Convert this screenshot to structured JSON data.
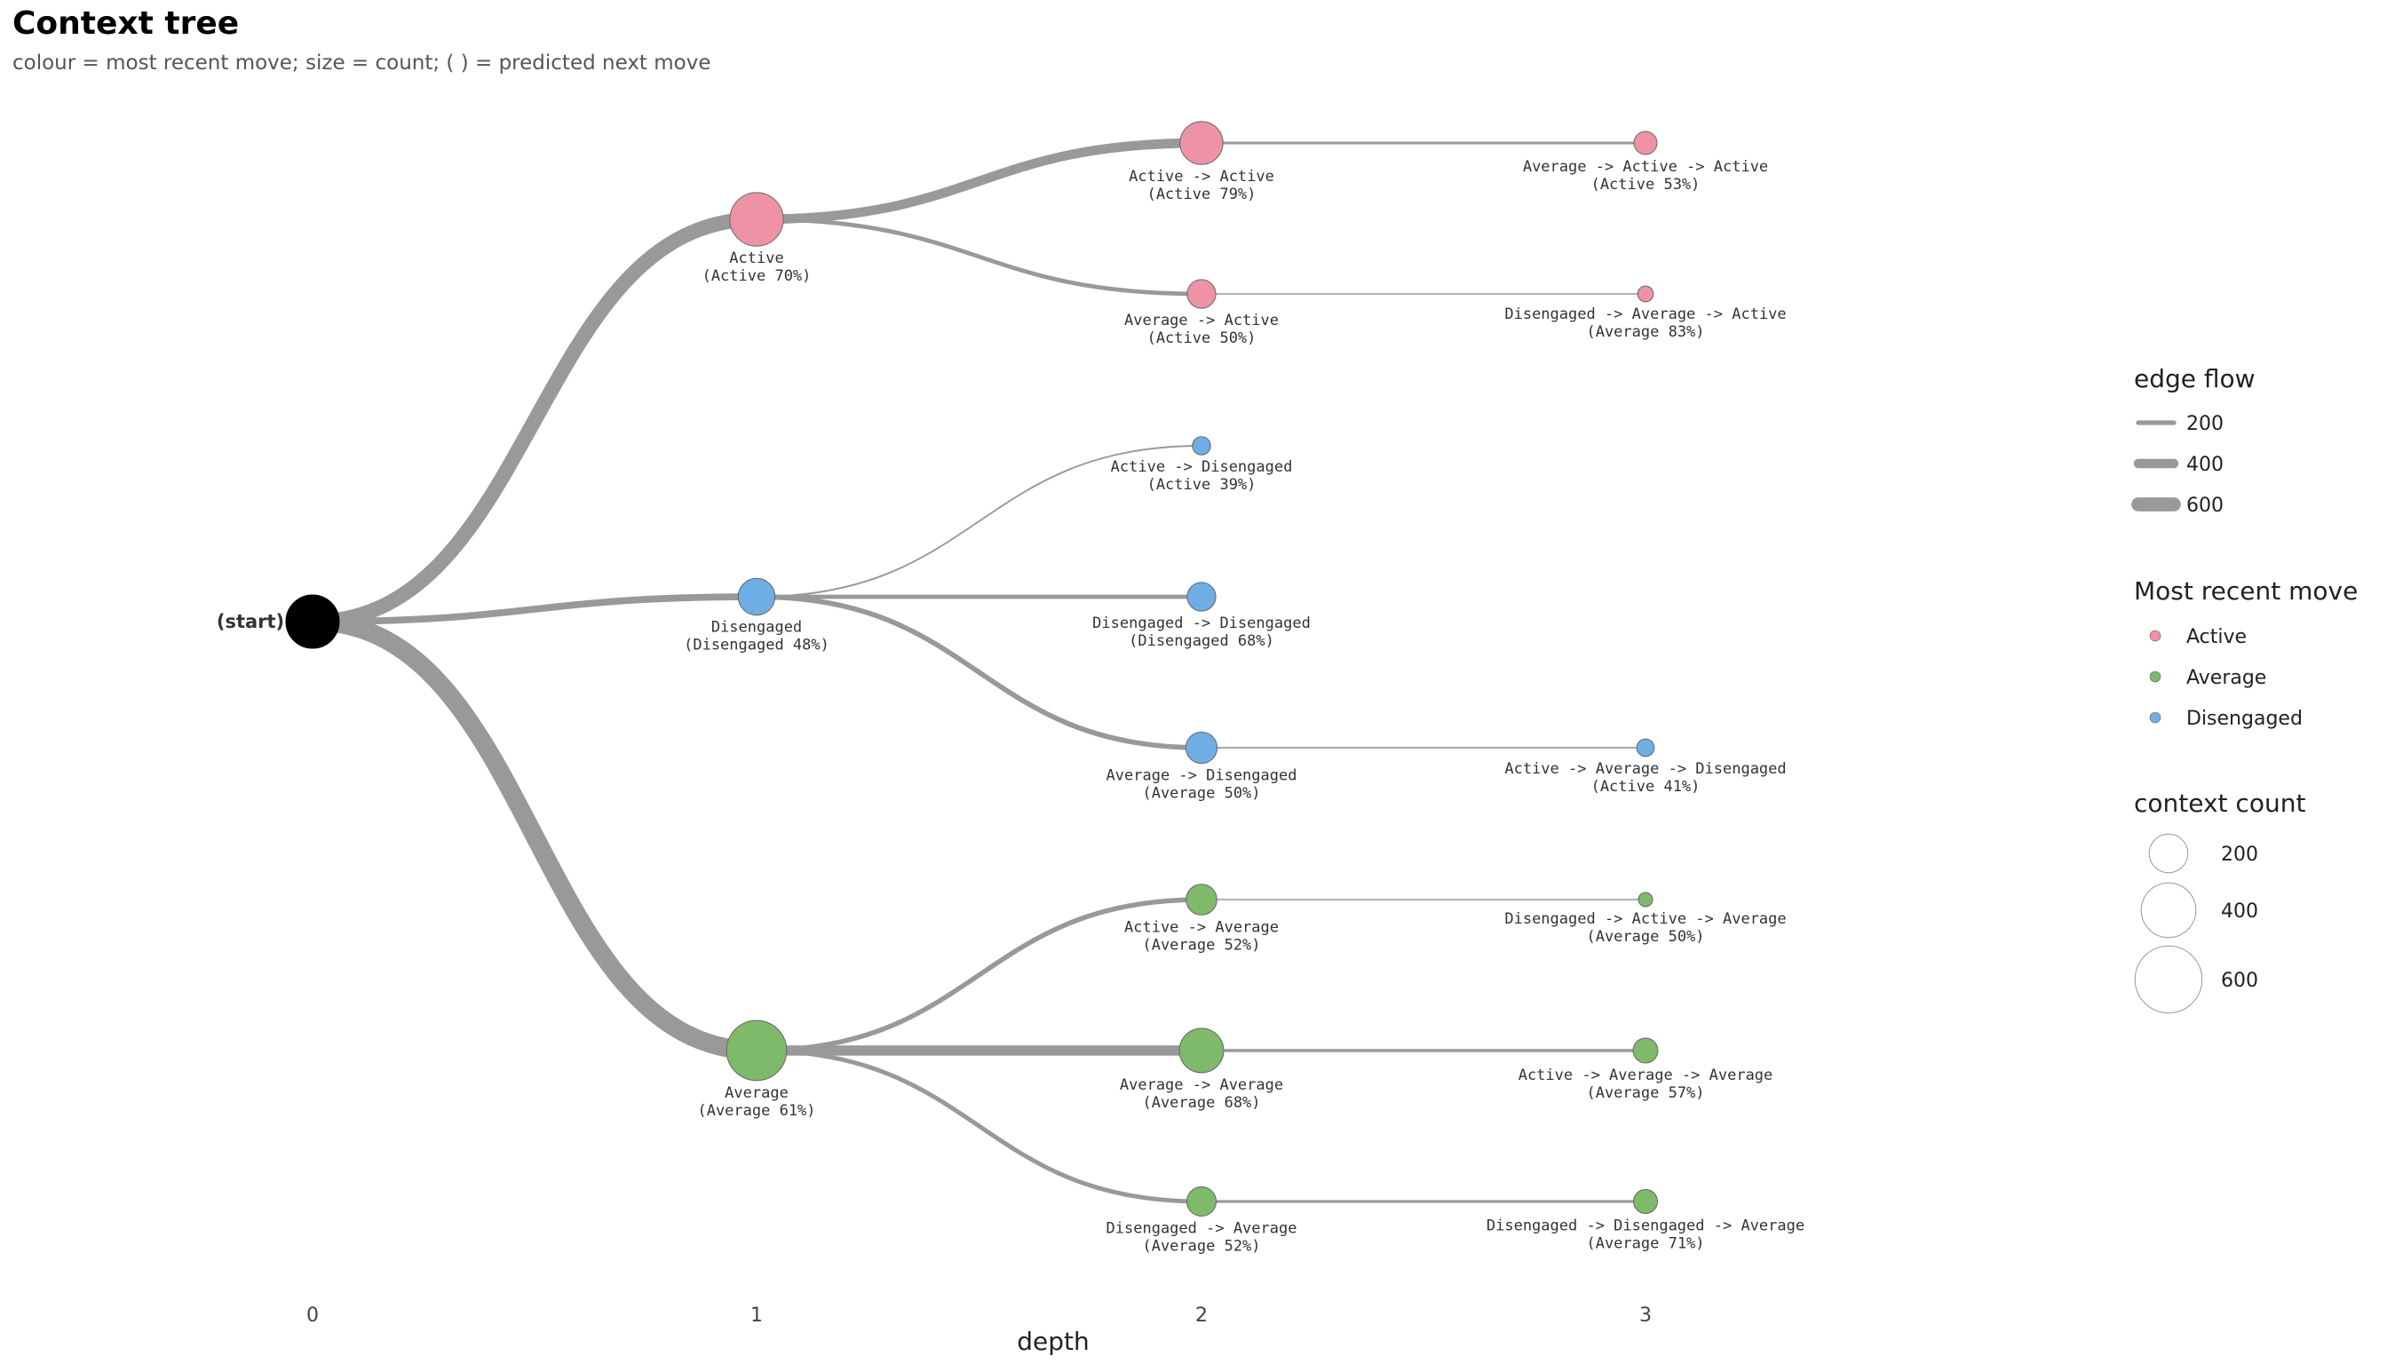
{
  "title": "Context tree",
  "subtitle": "colour = most recent move; size = count; ( ) = predicted next move",
  "colors": {
    "Active": "#ee93a6",
    "Average": "#7fb96a",
    "Disengaged": "#6eaee4",
    "start": "#000000",
    "edge": "#999999"
  },
  "axis": {
    "title": "depth",
    "ticks": [
      "0",
      "1",
      "2",
      "3"
    ]
  },
  "chart_data": {
    "type": "tree",
    "nodes": [
      {
        "id": "start",
        "depth": 0,
        "label": "(start)",
        "predicted": "",
        "move": "start",
        "count": 1000
      },
      {
        "id": "A",
        "depth": 1,
        "label": "Active",
        "predicted": "(Active 70%)",
        "move": "Active",
        "count": 700
      },
      {
        "id": "D",
        "depth": 1,
        "label": "Disengaged",
        "predicted": "(Disengaged 48%)",
        "move": "Disengaged",
        "count": 330
      },
      {
        "id": "V",
        "depth": 1,
        "label": "Average",
        "predicted": "(Average 61%)",
        "move": "Average",
        "count": 880
      },
      {
        "id": "AA",
        "depth": 2,
        "label": "Active -> Active",
        "predicted": "(Active 79%)",
        "move": "Active",
        "count": 450
      },
      {
        "id": "VA",
        "depth": 2,
        "label": "Average -> Active",
        "predicted": "(Active 50%)",
        "move": "Active",
        "count": 200
      },
      {
        "id": "AD",
        "depth": 2,
        "label": "Active -> Disengaged",
        "predicted": "(Active 39%)",
        "move": "Disengaged",
        "count": 80
      },
      {
        "id": "DD",
        "depth": 2,
        "label": "Disengaged -> Disengaged",
        "predicted": "(Disengaged 68%)",
        "move": "Disengaged",
        "count": 200
      },
      {
        "id": "VD",
        "depth": 2,
        "label": "Average -> Disengaged",
        "predicted": "(Average 50%)",
        "move": "Disengaged",
        "count": 240
      },
      {
        "id": "AV",
        "depth": 2,
        "label": "Active -> Average",
        "predicted": "(Average 52%)",
        "move": "Average",
        "count": 230
      },
      {
        "id": "VV",
        "depth": 2,
        "label": "Average -> Average",
        "predicted": "(Average 68%)",
        "move": "Average",
        "count": 480
      },
      {
        "id": "DV",
        "depth": 2,
        "label": "Disengaged -> Average",
        "predicted": "(Average 52%)",
        "move": "Average",
        "count": 210
      },
      {
        "id": "VAA",
        "depth": 3,
        "label": "Average -> Active -> Active",
        "predicted": "(Active 53%)",
        "move": "Active",
        "count": 130
      },
      {
        "id": "DVA",
        "depth": 3,
        "label": "Disengaged -> Average -> Active",
        "predicted": "(Average 83%)",
        "move": "Active",
        "count": 60
      },
      {
        "id": "AVD",
        "depth": 3,
        "label": "Active -> Average -> Disengaged",
        "predicted": "(Active 41%)",
        "move": "Disengaged",
        "count": 75
      },
      {
        "id": "DAV",
        "depth": 3,
        "label": "Disengaged -> Active -> Average",
        "predicted": "(Average 50%)",
        "move": "Average",
        "count": 45
      },
      {
        "id": "AVV",
        "depth": 3,
        "label": "Active -> Average -> Average",
        "predicted": "(Average 57%)",
        "move": "Average",
        "count": 150
      },
      {
        "id": "DDV",
        "depth": 3,
        "label": "Disengaged -> Disengaged -> Average",
        "predicted": "(Average 71%)",
        "move": "Average",
        "count": 140
      }
    ],
    "edges": [
      {
        "from": "start",
        "to": "A",
        "flow": 700
      },
      {
        "from": "start",
        "to": "D",
        "flow": 330
      },
      {
        "from": "start",
        "to": "V",
        "flow": 880
      },
      {
        "from": "A",
        "to": "AA",
        "flow": 450
      },
      {
        "from": "A",
        "to": "VA",
        "flow": 200
      },
      {
        "from": "D",
        "to": "AD",
        "flow": 80
      },
      {
        "from": "D",
        "to": "DD",
        "flow": 200
      },
      {
        "from": "D",
        "to": "VD",
        "flow": 240
      },
      {
        "from": "V",
        "to": "AV",
        "flow": 230
      },
      {
        "from": "V",
        "to": "VV",
        "flow": 480
      },
      {
        "from": "V",
        "to": "DV",
        "flow": 210
      },
      {
        "from": "AA",
        "to": "VAA",
        "flow": 130
      },
      {
        "from": "VA",
        "to": "DVA",
        "flow": 60
      },
      {
        "from": "VD",
        "to": "AVD",
        "flow": 75
      },
      {
        "from": "AV",
        "to": "DAV",
        "flow": 45
      },
      {
        "from": "VV",
        "to": "AVV",
        "flow": 150
      },
      {
        "from": "DV",
        "to": "DDV",
        "flow": 140
      }
    ]
  },
  "legend": {
    "edge_flow": {
      "title": "edge flow",
      "items": [
        200,
        400,
        600
      ]
    },
    "move": {
      "title": "Most recent move",
      "items": [
        "Active",
        "Average",
        "Disengaged"
      ]
    },
    "count": {
      "title": "context count",
      "items": [
        200,
        400,
        600
      ]
    }
  }
}
